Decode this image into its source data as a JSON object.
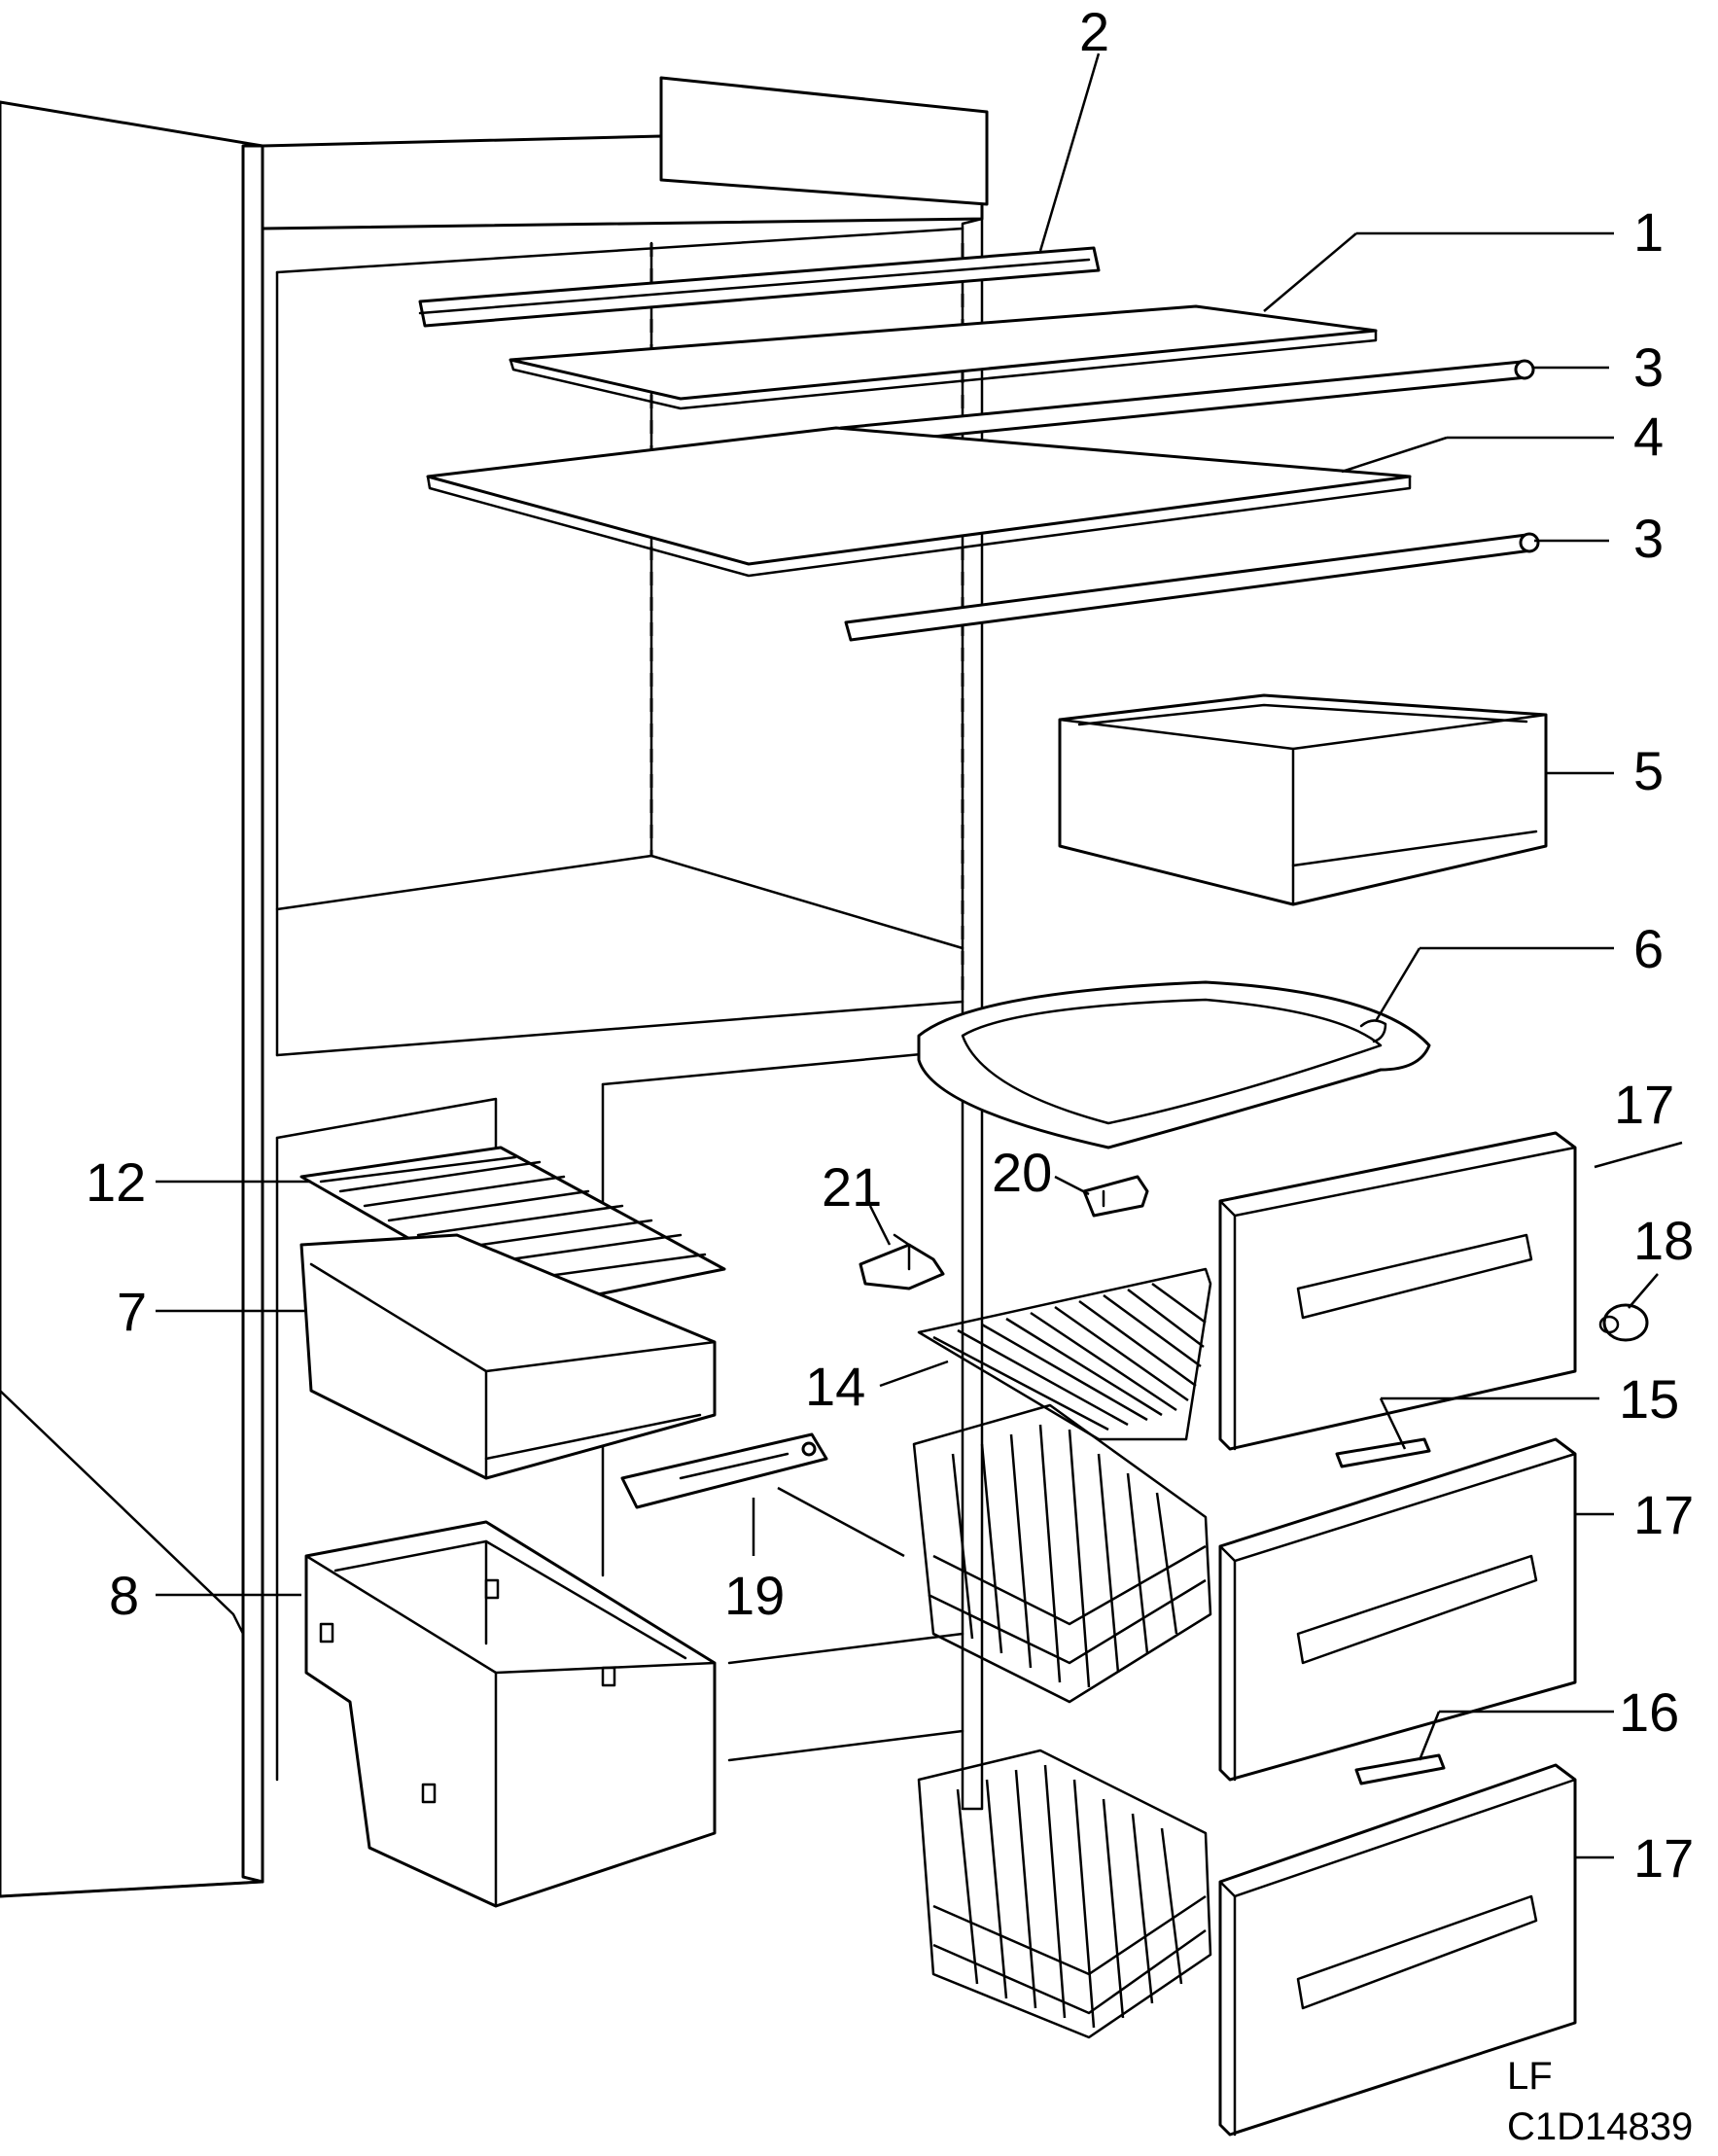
{
  "labels": {
    "l1": "1",
    "l2": "2",
    "l3a": "3",
    "l3b": "3",
    "l4": "4",
    "l5": "5",
    "l6": "6",
    "l7": "7",
    "l8": "8",
    "l12": "12",
    "l14": "14",
    "l15": "15",
    "l16": "16",
    "l17a": "17",
    "l17b": "17",
    "l17c": "17",
    "l18": "18",
    "l19": "19",
    "l20": "20",
    "l21": "21"
  },
  "footer": {
    "line1": "LF",
    "line2": "C1D14839"
  }
}
